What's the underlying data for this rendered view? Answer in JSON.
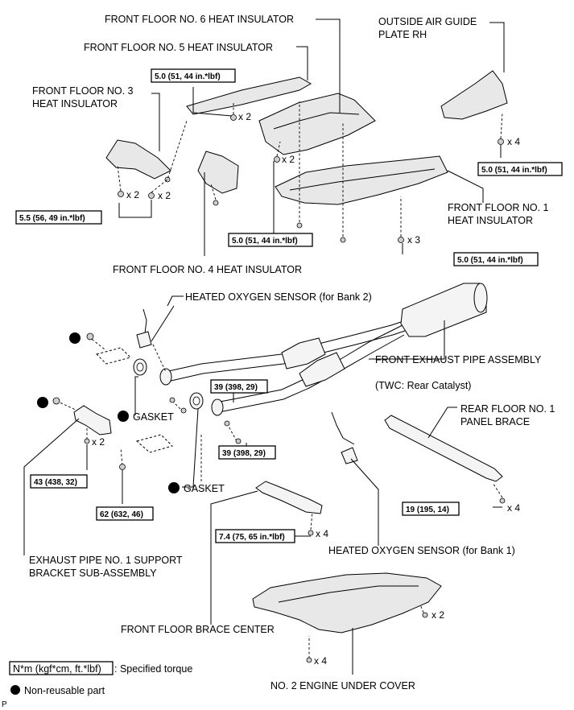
{
  "labels": {
    "ff6": "FRONT FLOOR NO. 6 HEAT INSULATOR",
    "ff5": "FRONT FLOOR NO. 5 HEAT INSULATOR",
    "ff3_l1": "FRONT FLOOR NO. 3",
    "ff3_l2": "HEAT INSULATOR",
    "oag_l1": "OUTSIDE AIR GUIDE",
    "oag_l2": "PLATE RH",
    "ff1_l1": "FRONT FLOOR NO. 1",
    "ff1_l2": "HEAT INSULATOR",
    "ff4": "FRONT FLOOR NO. 4 HEAT INSULATOR",
    "hos_b2": "HEATED OXYGEN SENSOR (for Bank 2)",
    "fepa": "FRONT EXHAUST PIPE ASSEMBLY",
    "twc": "(TWC: Rear Catalyst)",
    "gasket1": "GASKET",
    "gasket2": "GASKET",
    "rfb_l1": "REAR FLOOR NO. 1",
    "rfb_l2": "PANEL BRACE",
    "hos_b1": "HEATED OXYGEN SENSOR (for Bank 1)",
    "epb_l1": "EXHAUST PIPE NO. 1 SUPPORT",
    "epb_l2": "BRACKET SUB-ASSEMBLY",
    "ffbc": "FRONT FLOOR BRACE CENTER",
    "neuc": "NO. 2 ENGINE UNDER COVER"
  },
  "torques": {
    "t_ff5": "5.0 (51, 44 in.*lbf)",
    "t_oag": "5.0 (51, 44 in.*lbf)",
    "t_ff3": "5.5 (56, 49 in.*lbf)",
    "t_ff6": "5.0 (51, 44 in.*lbf)",
    "t_ff1": "5.0 (51, 44 in.*lbf)",
    "t_pipe_top": "39 (398, 29)",
    "t_pipe_mid": "39 (398, 29)",
    "t_bracket": "43 (438, 32)",
    "t_hanger": "62 (632, 46)",
    "t_rfb": "19 (195, 14)",
    "t_ffbc": "7.4 (75, 65 in.*lbf)"
  },
  "quantities": {
    "q_ff5": "x 2",
    "q_oag": "x 4",
    "q_ff6": "x 2",
    "q_ff3a": "x 2",
    "q_ff3b": "x 2",
    "q_ff1": "x 3",
    "q_bracket": "x 2",
    "q_rfb": "x 4",
    "q_ffbc": "x 4",
    "q_neuc1": "x 2",
    "q_neuc2": "x 4"
  },
  "legend": {
    "torque_box": "N*m (kgf*cm, ft.*lbf)",
    "torque_text": ": Specified torque",
    "nonreusable": "Non-reusable part"
  },
  "corner_mark": "P"
}
